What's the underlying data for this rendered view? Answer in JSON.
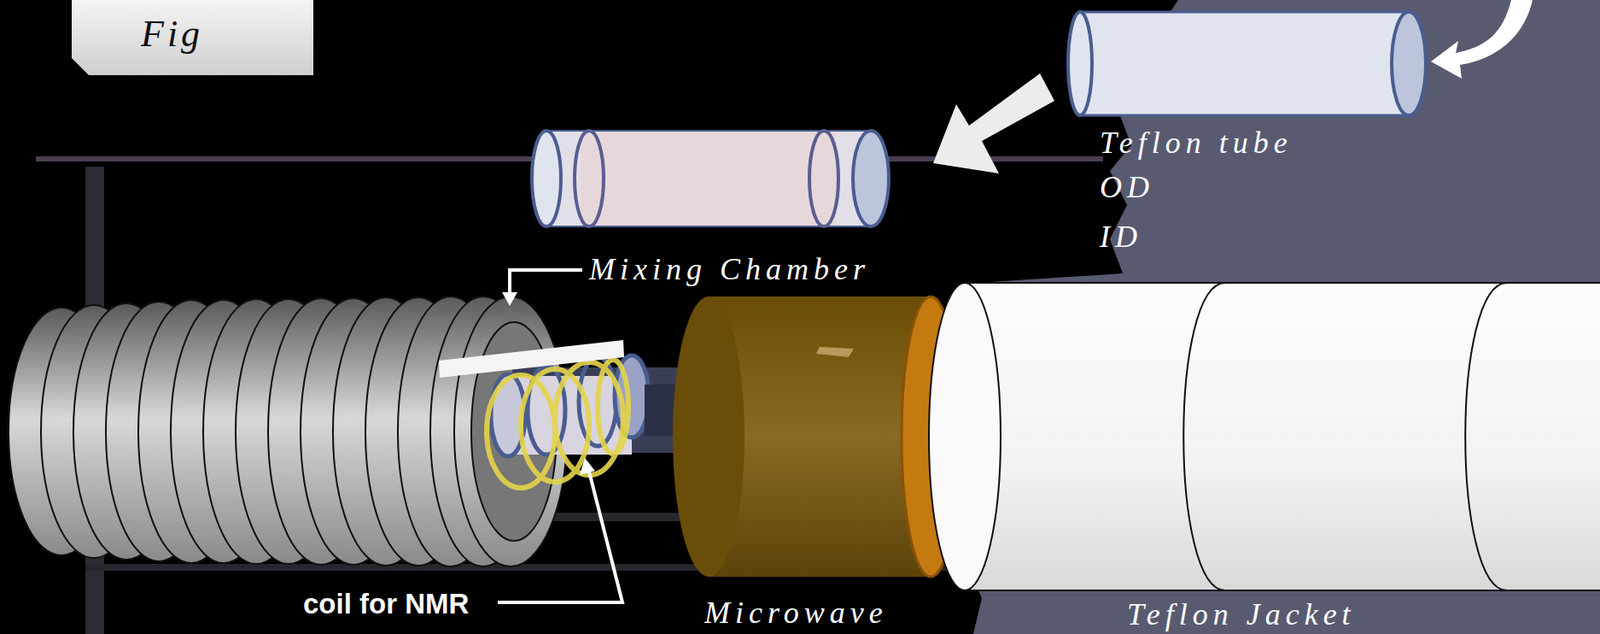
{
  "diagram": {
    "title": "Fig",
    "labels": [
      "Teflon tube",
      "OD",
      "ID",
      "Mixing Chamber",
      "coil for NMR",
      "Microwave",
      "Teflon Jacket"
    ]
  }
}
